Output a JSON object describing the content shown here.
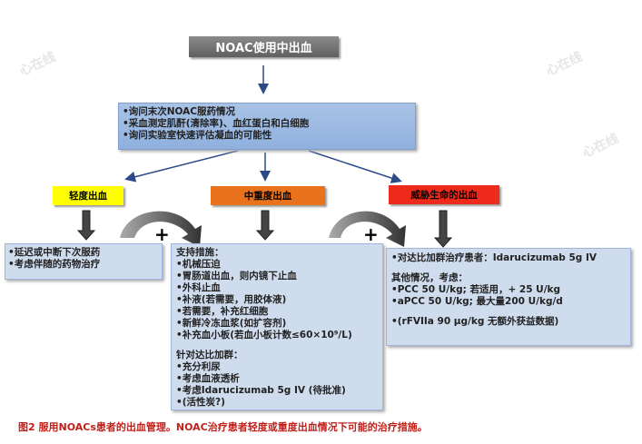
{
  "title": "NOAC使用中出血",
  "assessment": [
    "•询问末次NOAC服药情况",
    "•采血测定肌酐(清除率)、血红蛋白和白细胞",
    "•询问实验室快速评估凝血的可能性"
  ],
  "categories": {
    "mild": {
      "label": "轻度出血",
      "color": "#ffff00"
    },
    "moderate": {
      "label": "中重度出血",
      "color": "#e8731c"
    },
    "life": {
      "label": "威胁生命的出血",
      "color": "#ee2a1a"
    }
  },
  "plus_sign": "+",
  "mild_actions": [
    "•延迟或中断下次服药",
    "•考虑伴随的药物治疗"
  ],
  "moderate_actions": {
    "support_heading": "支持措施：",
    "support": [
      "•机械压迫",
      "•胃肠道出血，则内镜下止血",
      "•外科止血",
      "•补液(若需要，用胶体液)",
      "•若需要，补充红细胞",
      "•新鲜冷冻血浆(如扩容剂)",
      "•补充血小板(若血小板计数≤60×10⁹/L)"
    ],
    "dabigatran_heading": "针对达比加群：",
    "dabigatran": [
      "•充分利尿",
      "•考虑血液透析",
      "•考虑Idarucizumab 5g IV (待批准)",
      "•(活性炭?)"
    ]
  },
  "life_actions": {
    "first": "•对达比加群治疗患者：Idarucizumab 5g IV",
    "other_heading": "其他情况，考虑：",
    "other": [
      "•PCC 50 U/kg; 若适用，+ 25 U/kg",
      "•aPCC 50 U/kg; 最大量200 U/kg/d"
    ],
    "last": "•(rFVIIa 90 µg/kg 无额外获益数据)"
  },
  "caption": "图2 服用NOACs患者的出血管理。NOAC治疗患者轻度或重度出血情况下可能的治疗措施。",
  "watermark": "心在线"
}
